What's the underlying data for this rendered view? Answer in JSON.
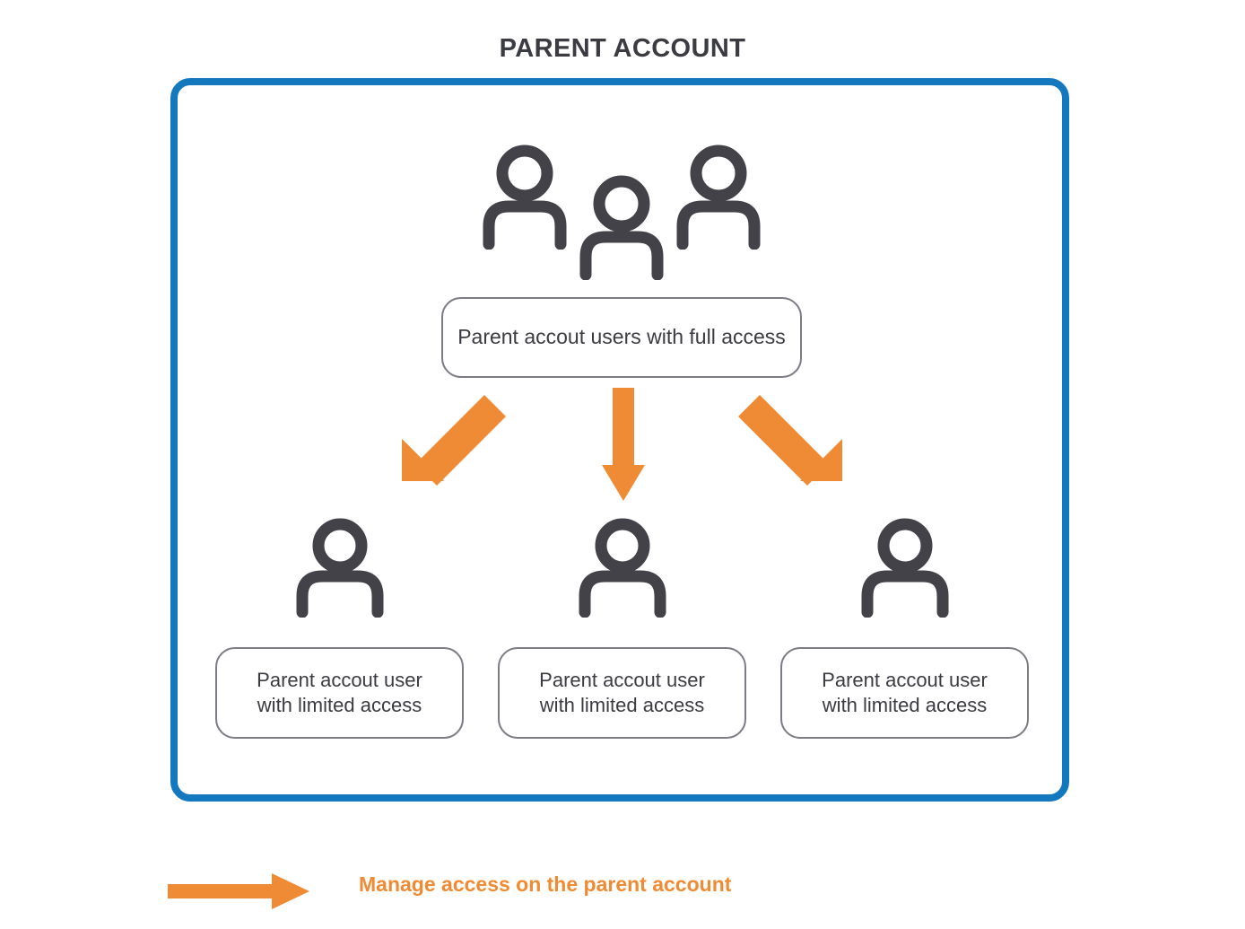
{
  "title": "PARENT ACCOUNT",
  "colors": {
    "frame_blue": "#1378be",
    "arrow_orange": "#ee8b34",
    "icon_gray": "#434249",
    "box_border_gray": "#7c7c85",
    "text_dark": "#3b3b42",
    "background": "#ffffff"
  },
  "parent_group": {
    "icon": "three-people-icon",
    "label": "Parent accout users with full access"
  },
  "children": [
    {
      "icon": "person-icon",
      "line1": "Parent accout user",
      "line2": "with limited access"
    },
    {
      "icon": "person-icon",
      "line1": "Parent accout user",
      "line2": "with limited access"
    },
    {
      "icon": "person-icon",
      "line1": "Parent accout user",
      "line2": "with limited access"
    }
  ],
  "arrows": [
    {
      "name": "arrow-down-left",
      "direction": "down-left"
    },
    {
      "name": "arrow-down",
      "direction": "down"
    },
    {
      "name": "arrow-down-right",
      "direction": "down-right"
    }
  ],
  "legend": {
    "arrow_icon": "arrow-right-icon",
    "label": "Manage access on the parent account"
  }
}
